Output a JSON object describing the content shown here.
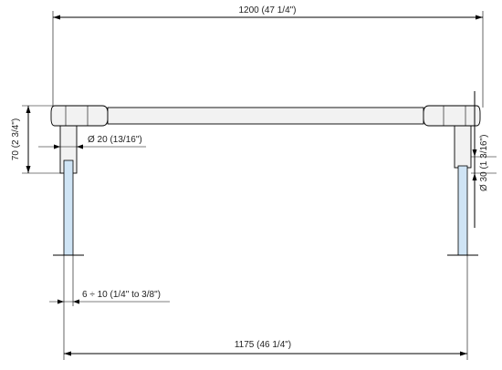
{
  "dimensions": {
    "overall_top": "1200 (47  1/4\")",
    "overall_bottom": "1175 (46  1/4\")",
    "height": "70 (2  3/4\")",
    "tube_diameter": "Ø 20 (13/16\")",
    "post_diameter": "Ø 30 (1  3/16\")",
    "glass_thickness": "6 ÷ 10 (1/4\" to 3/8\")"
  },
  "colors": {
    "line": "#000000",
    "metal": "#f2f2f2",
    "glass": "#cfe4f5"
  }
}
